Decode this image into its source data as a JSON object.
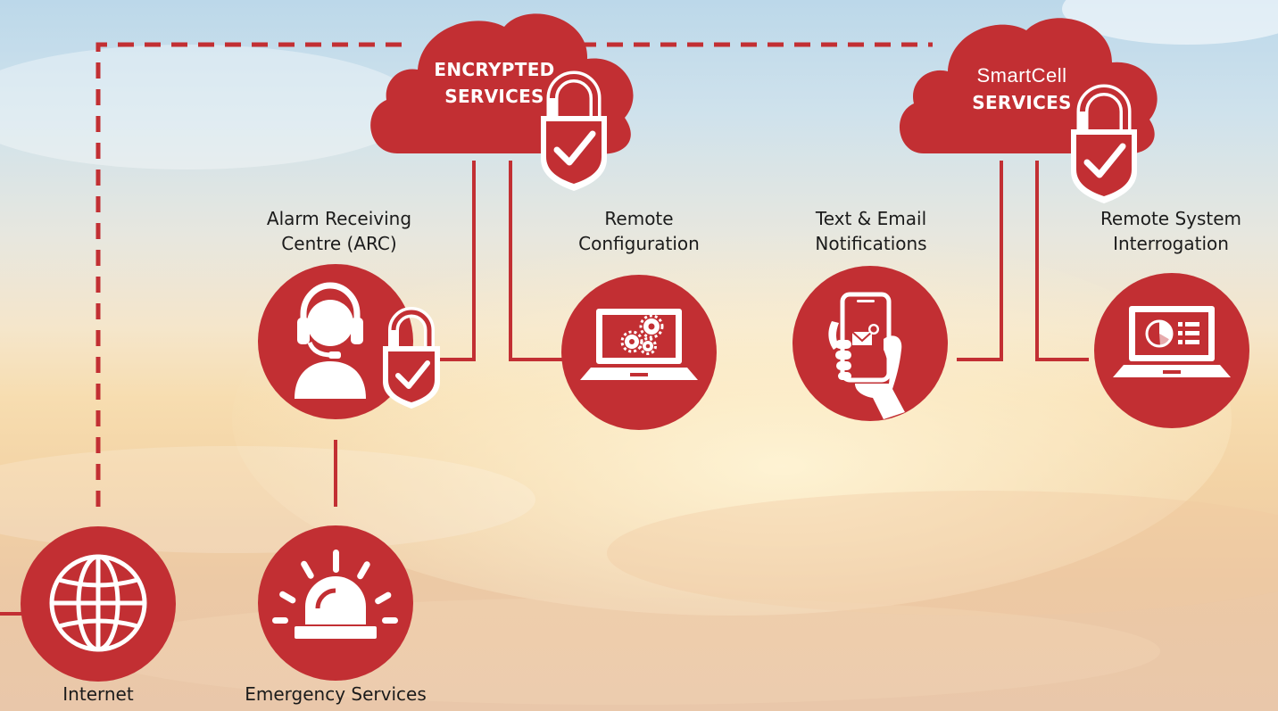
{
  "colors": {
    "accent": "#c22f33",
    "line": "#c22f33",
    "text": "#1b1b1b",
    "icon_fill": "#ffffff"
  },
  "clouds": {
    "encrypted": {
      "line1": "ENCRYPTED",
      "line2": "SERVICES",
      "icon": "padlock-shield-check-icon"
    },
    "smartcell": {
      "line1": "SmartCell",
      "line2": "SERVICES",
      "icon": "padlock-shield-check-icon"
    }
  },
  "nodes": {
    "arc": {
      "line1": "Alarm Receiving",
      "line2": "Centre (ARC)",
      "icon": "headset-operator-icon"
    },
    "remote_config": {
      "line1": "Remote",
      "line2": "Configuration",
      "icon": "laptop-gears-icon"
    },
    "notifications": {
      "line1": "Text & Email",
      "line2": "Notifications",
      "icon": "phone-in-hand-icon"
    },
    "interrogation": {
      "line1": "Remote System",
      "line2": "Interrogation",
      "icon": "laptop-chart-icon"
    },
    "internet": {
      "label": "Internet",
      "icon": "globe-icon"
    },
    "emergency": {
      "label": "Emergency Services",
      "icon": "siren-light-icon"
    }
  }
}
